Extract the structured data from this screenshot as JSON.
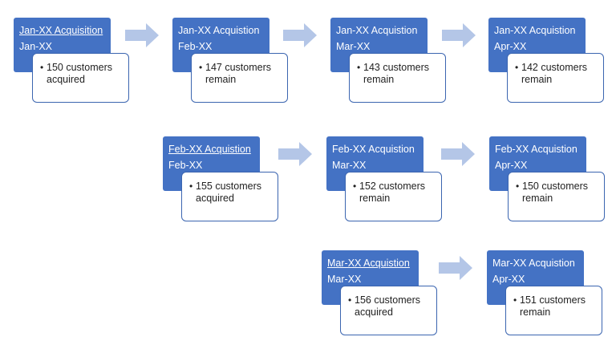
{
  "colors": {
    "header_fill": "#4472c4",
    "border": "#3b65b0",
    "arrow": "#b4c6e7"
  },
  "rows": [
    {
      "nodes": [
        {
          "title": "Jan-XX Acquisition",
          "title_underlined": true,
          "month": "Jan-XX",
          "text": "150 customers acquired"
        },
        {
          "title": "Jan-XX Acquistion",
          "title_underlined": false,
          "month": "Feb-XX",
          "text": "147 customers remain"
        },
        {
          "title": "Jan-XX Acquistion",
          "title_underlined": false,
          "month": "Mar-XX",
          "text": "143 customers remain"
        },
        {
          "title": "Jan-XX Acquistion",
          "title_underlined": false,
          "month": "Apr-XX",
          "text": "142 customers remain"
        }
      ]
    },
    {
      "nodes": [
        {
          "title": "Feb-XX Acquistion",
          "title_underlined": true,
          "month": "Feb-XX",
          "text": "155 customers acquired"
        },
        {
          "title": "Feb-XX Acquistion",
          "title_underlined": false,
          "month": "Mar-XX",
          "text": "152 customers remain"
        },
        {
          "title": "Feb-XX Acquistion",
          "title_underlined": false,
          "month": "Apr-XX",
          "text": "150 customers remain"
        }
      ]
    },
    {
      "nodes": [
        {
          "title": "Mar-XX Acquistion",
          "title_underlined": true,
          "month": "Mar-XX",
          "text": "156 customers acquired"
        },
        {
          "title": "Mar-XX Acquistion",
          "title_underlined": false,
          "month": "Apr-XX",
          "text": "151 customers remain"
        }
      ]
    }
  ]
}
